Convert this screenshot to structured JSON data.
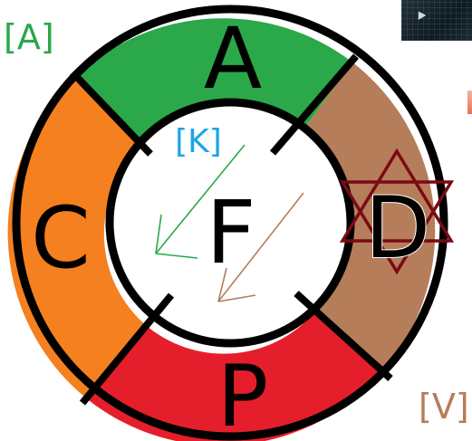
{
  "corner_labels": {
    "top_left": "[A]",
    "bottom_right": "[V]"
  },
  "segments": {
    "top": {
      "letter": "A",
      "color": "#2aa84a"
    },
    "left": {
      "letter": "C",
      "color": "#f5801f"
    },
    "right": {
      "letter": "D",
      "color": "#b57d5a"
    },
    "bottom": {
      "letter": "P",
      "color": "#e41f2b"
    }
  },
  "center": {
    "letter": "F",
    "sublabel": "[K]"
  },
  "colors": {
    "outline": "#000000",
    "label_a": "#2aa84a",
    "label_v": "#b57d5a",
    "label_k": "#1ba6e6",
    "arrow_green": "#2aa84a",
    "arrow_brown": "#b57d5a",
    "star": "#7a0a14"
  },
  "icons": [
    "star-of-david-icon",
    "thumbnail-image",
    "arrow-green",
    "arrow-brown"
  ]
}
